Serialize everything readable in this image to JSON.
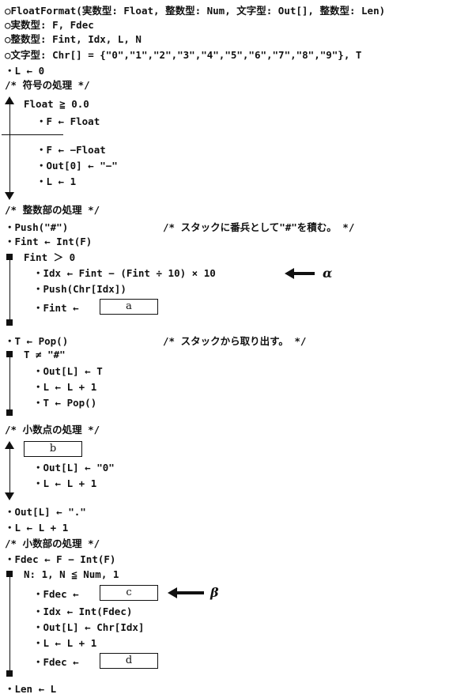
{
  "lines": [
    "○FloatFormat(実数型: Float, 整数型: Num, 文字型: Out[], 整数型: Len)",
    "○実数型: F, Fdec",
    "○整数型: Fint, Idx, L, N",
    "○文字型: Chr[] = {\"0\",\"1\",\"2\",\"3\",\"4\",\"5\",\"6\",\"7\",\"8\",\"9\"}, T",
    "・L ← 0",
    "/* 符号の処理 */",
    "Float ≧ 0.0",
    "・F ← Float",
    "・F ← −Float",
    "・Out[0] ← \"−\"",
    "・L ← 1",
    "/* 整数部の処理 */",
    "・Push(\"#\")",
    "/* スタックに番兵として\"#\"を積む。 */",
    "・Fint ← Int(F)",
    "Fint ＞ 0",
    "・Idx ← Fint − (Fint ÷ 10) × 10",
    "・Push(Chr[Idx])",
    "・Fint ←",
    "・T ← Pop()",
    "/* スタックから取り出す。 */",
    "T ≠ \"#\"",
    "・Out[L] ← T",
    "・L ← L + 1",
    "・T ← Pop()",
    "/* 小数点の処理 */",
    "・Out[L] ← \"0\"",
    "・L ← L + 1",
    "・Out[L] ← \".\"",
    "・L ← L + 1",
    "/* 小数部の処理 */",
    "・Fdec ← F − Int(F)",
    "N: 1, N ≦ Num, 1",
    "・Fdec ←",
    "・Idx ← Int(Fdec)",
    "・Out[L] ← Chr[Idx]",
    "・L ← L + 1",
    "・Fdec ←",
    "・Len ← L"
  ],
  "blanks": {
    "a": "a",
    "b": "b",
    "c": "c",
    "d": "d"
  },
  "markers": {
    "alpha": "α",
    "beta": "β"
  }
}
